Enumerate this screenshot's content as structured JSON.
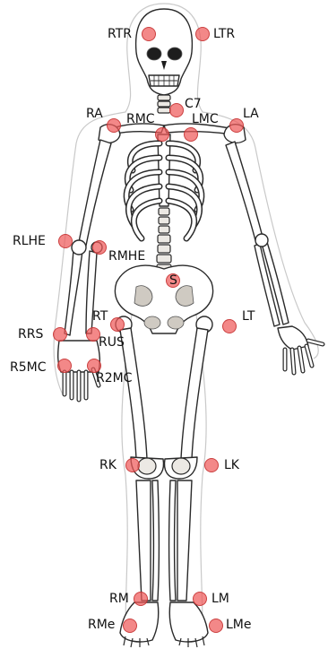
{
  "markers": [
    {
      "id": "RTR",
      "label": "RTR"
    },
    {
      "id": "LTR",
      "label": "LTR"
    },
    {
      "id": "C7",
      "label": "C7"
    },
    {
      "id": "RA",
      "label": "RA"
    },
    {
      "id": "RMC",
      "label": "RMC"
    },
    {
      "id": "LMC",
      "label": "LMC"
    },
    {
      "id": "LA",
      "label": "LA"
    },
    {
      "id": "RLHE",
      "label": "RLHE"
    },
    {
      "id": "RMHE",
      "label": "RMHE"
    },
    {
      "id": "S",
      "label": "S"
    },
    {
      "id": "RT",
      "label": "RT"
    },
    {
      "id": "LT",
      "label": "LT"
    },
    {
      "id": "RRS",
      "label": "RRS"
    },
    {
      "id": "RUS",
      "label": "RUS"
    },
    {
      "id": "R5MC",
      "label": "R5MC"
    },
    {
      "id": "R2MC",
      "label": "R2MC"
    },
    {
      "id": "RK",
      "label": "RK"
    },
    {
      "id": "LK",
      "label": "LK"
    },
    {
      "id": "RM",
      "label": "RM"
    },
    {
      "id": "LM",
      "label": "LM"
    },
    {
      "id": "RMe",
      "label": "RMe"
    },
    {
      "id": "LMe",
      "label": "LMe"
    }
  ],
  "colors": {
    "marker": "#ee5a5a",
    "label": "#111111"
  }
}
